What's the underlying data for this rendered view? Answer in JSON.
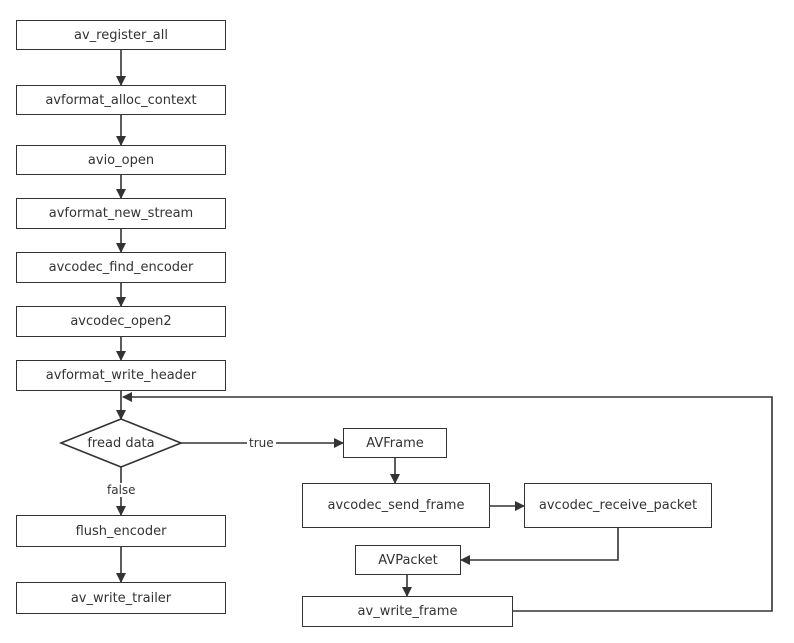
{
  "nodes": {
    "register_all": "av_register_all",
    "alloc_context": "avformat_alloc_context",
    "avio_open": "avio_open",
    "new_stream": "avformat_new_stream",
    "find_encoder": "avcodec_find_encoder",
    "open2": "avcodec_open2",
    "write_header": "avformat_write_header",
    "fread_data": "fread data",
    "avframe": "AVFrame",
    "send_frame": "avcodec_send_frame",
    "receive_packet": "avcodec_receive_packet",
    "avpacket": "AVPacket",
    "write_frame": "av_write_frame",
    "flush_encoder": "flush_encoder",
    "write_trailer": "av_write_trailer"
  },
  "edge_labels": {
    "true": "true",
    "false": "false"
  },
  "colors": {
    "stroke": "#333333",
    "background": "#ffffff"
  }
}
